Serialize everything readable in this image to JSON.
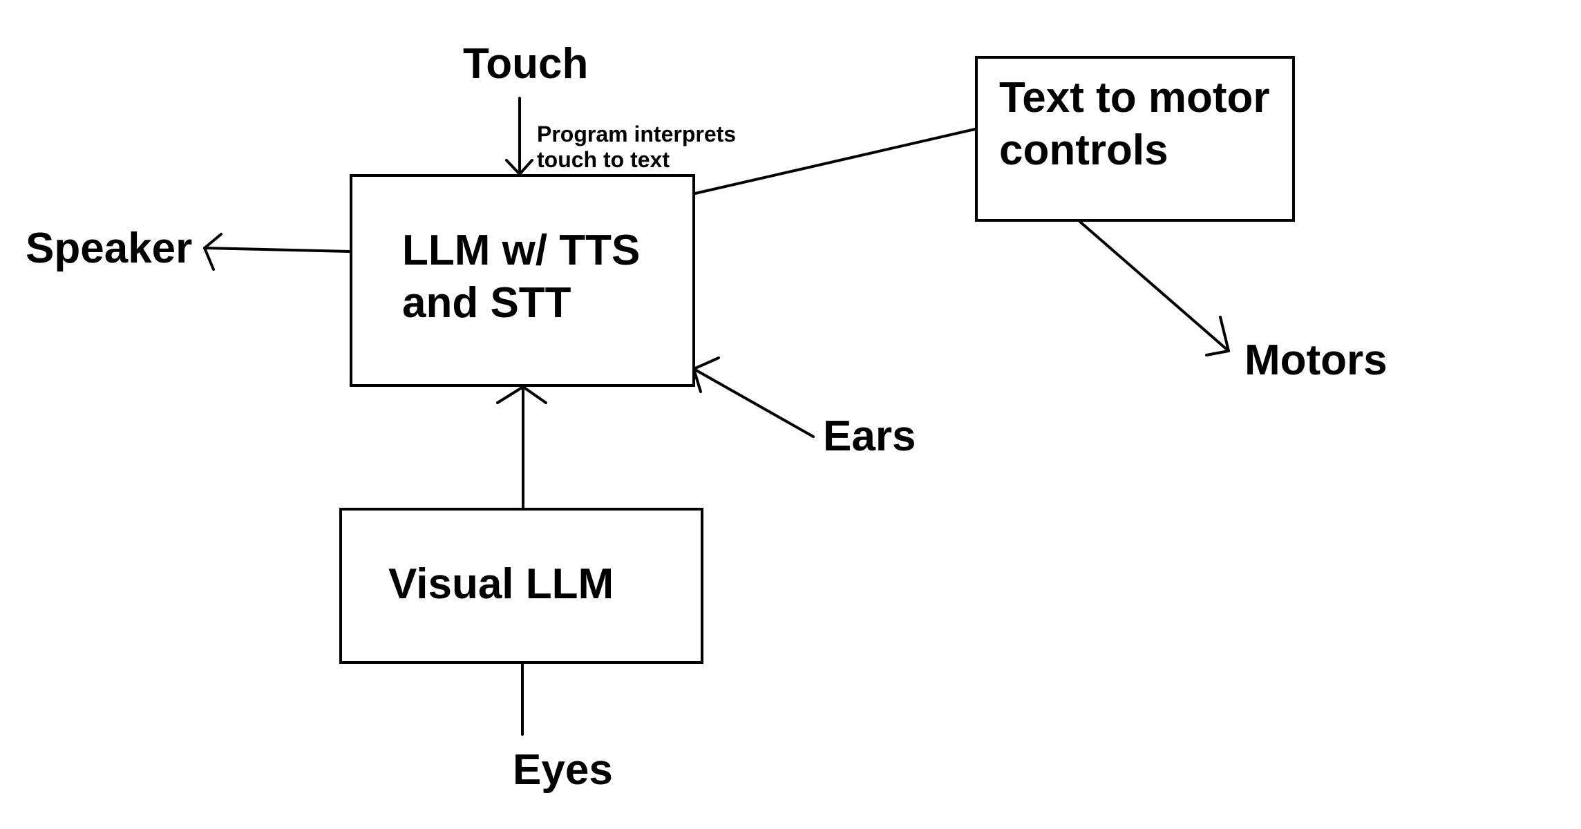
{
  "nodes": {
    "llm": {
      "line1": "LLM w/ TTS",
      "line2": "and STT"
    },
    "visual_llm": {
      "label": "Visual LLM"
    },
    "text_to_motor": {
      "line1": "Text to motor",
      "line2": "controls"
    }
  },
  "labels": {
    "touch": "Touch",
    "touch_note_line1": "Program interprets",
    "touch_note_line2": "touch to text",
    "speaker": "Speaker",
    "ears": "Ears",
    "eyes": "Eyes",
    "motors": "Motors"
  },
  "colors": {
    "ink": "#000000",
    "background": "#ffffff"
  }
}
